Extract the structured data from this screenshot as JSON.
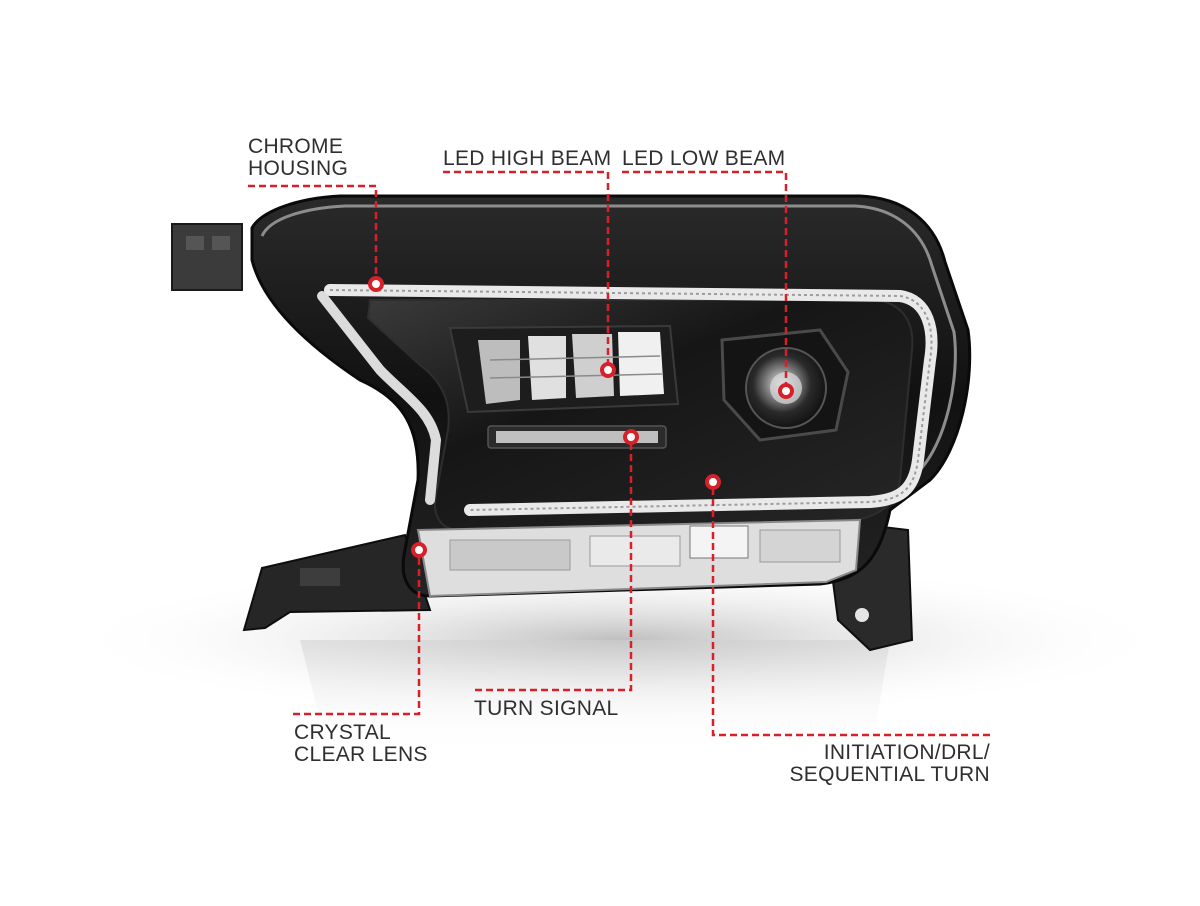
{
  "colors": {
    "background": "#ffffff",
    "label_text": "#2f2f2f",
    "leader_line": "#d6202a",
    "housing_dark": "#161616",
    "chrome": "#cfd3d6"
  },
  "callouts": {
    "chrome_housing": {
      "line1": "CHROME",
      "line2": "HOUSING"
    },
    "led_high_beam": {
      "text": "LED HIGH BEAM"
    },
    "led_low_beam": {
      "text": "LED LOW BEAM"
    },
    "turn_signal": {
      "text": "TURN SIGNAL"
    },
    "crystal_clear_lens": {
      "line1": "CRYSTAL",
      "line2": "CLEAR LENS"
    },
    "initiation_drl": {
      "line1": "INITIATION/DRL/",
      "line2": "SEQUENTIAL TURN"
    }
  }
}
